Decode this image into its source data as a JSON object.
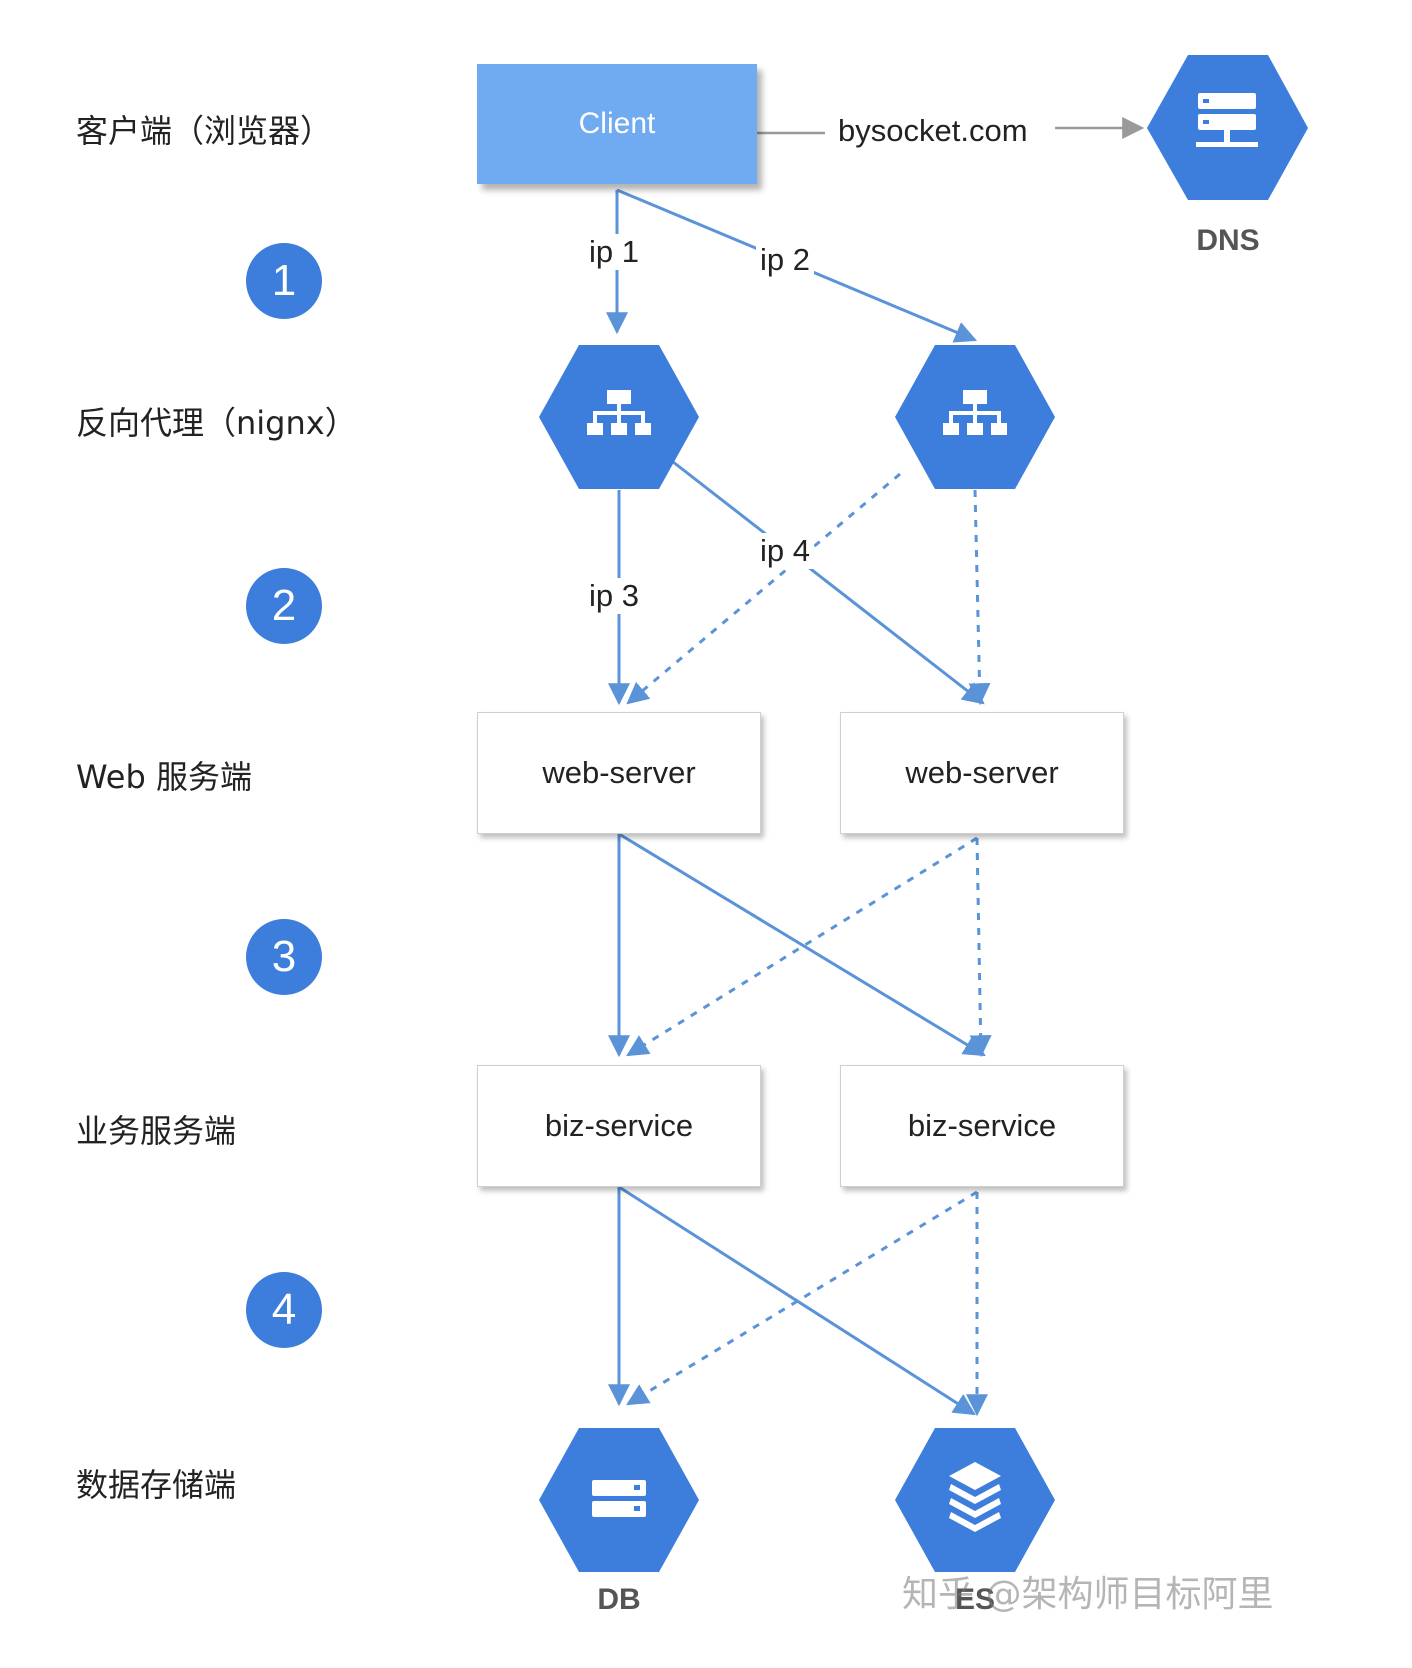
{
  "rows": [
    {
      "label": "客户端（浏览器）"
    },
    {
      "label": "反向代理（nignx）"
    },
    {
      "label": "Web 服务端"
    },
    {
      "label": "业务服务端"
    },
    {
      "label": "数据存储端"
    }
  ],
  "steps": [
    "1",
    "2",
    "3",
    "4"
  ],
  "nodes": {
    "client": "Client",
    "dns": "DNS",
    "web_server_1": "web-server",
    "web_server_2": "web-server",
    "biz_service_1": "biz-service",
    "biz_service_2": "biz-service",
    "db": "DB",
    "es": "ES"
  },
  "edges": {
    "domain": "bysocket.com",
    "ip1": "ip 1",
    "ip2": "ip 2",
    "ip3": "ip 3",
    "ip4": "ip 4"
  },
  "watermark": "知乎 @架构师目标阿里",
  "colors": {
    "hexagon": "#3d7ddb",
    "client": "#70aaf1",
    "arrow": "#5b93d8",
    "dns_arrow": "#9a9a9a"
  },
  "icons": {
    "dns": "dns-server-icon",
    "proxy": "load-balancer-icon",
    "db": "database-icon",
    "es": "search-stack-icon"
  }
}
